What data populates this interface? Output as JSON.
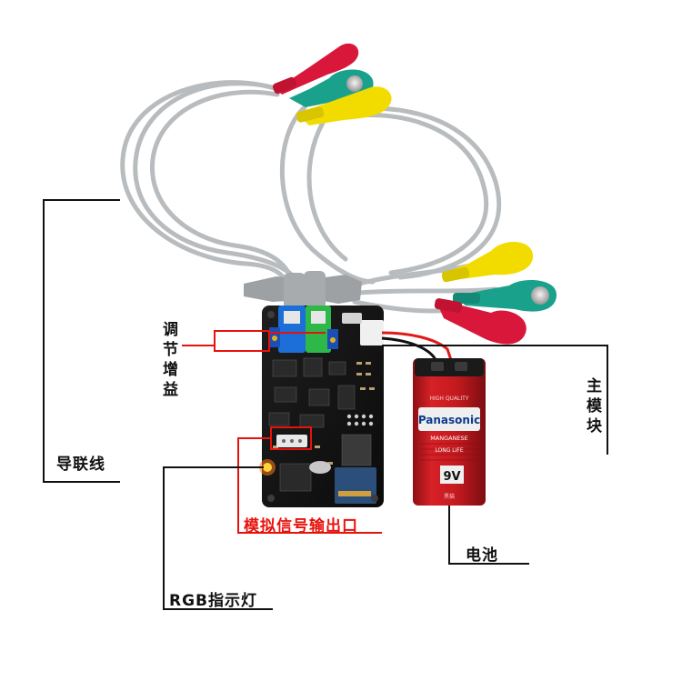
{
  "labels": {
    "gain_adjust": "调节增益",
    "lead_wire": "导联线",
    "main_module": "主模块",
    "analog_output": "模拟信号输出口",
    "battery": "电池",
    "rgb_indicator": "RGB指示灯"
  },
  "battery_print": {
    "quality": "HIGH QUALITY",
    "brand": "Panasonic",
    "type": "MANGANESE",
    "life": "LONG LIFE",
    "voltage": "9V",
    "small": "黑猫"
  },
  "colors": {
    "electrode_red": "#d8173a",
    "electrode_yellow": "#f2dc00",
    "electrode_teal": "#19a18b",
    "cable_gray": "#b9bcbe",
    "pcb_black": "#141414",
    "battery_red": "#c81a1f",
    "annotation_red": "#e8120c",
    "annotation_black": "#111111"
  }
}
